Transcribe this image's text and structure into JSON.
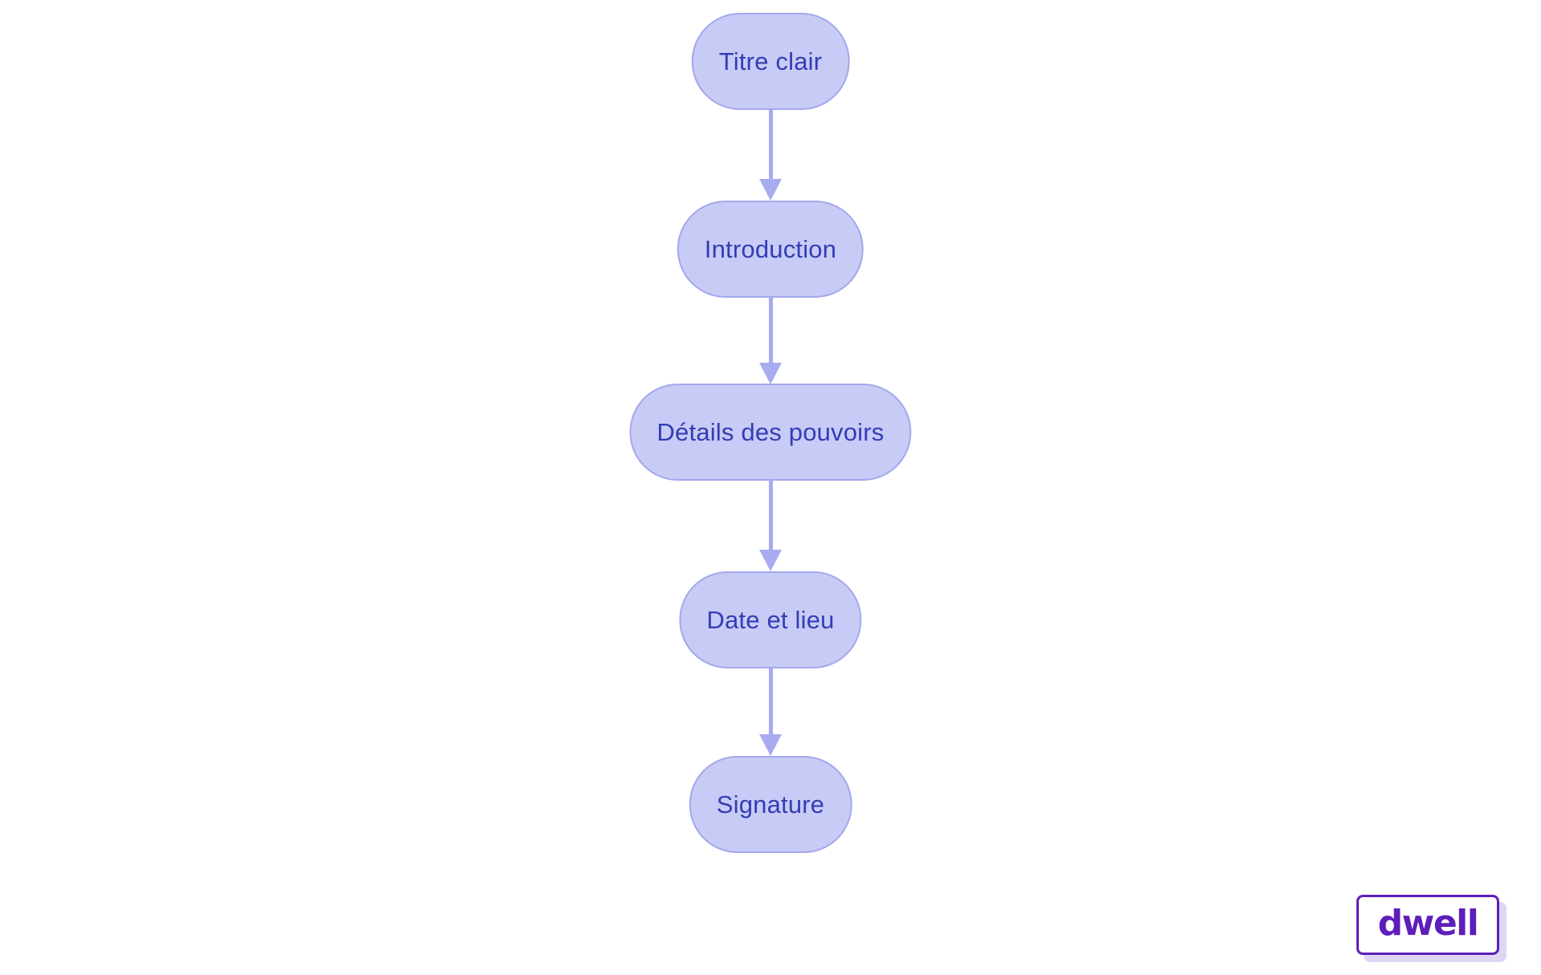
{
  "diagram": {
    "type": "flowchart",
    "direction": "top-down",
    "nodes": [
      {
        "id": "titre-clair",
        "label": "Titre clair"
      },
      {
        "id": "introduction",
        "label": "Introduction"
      },
      {
        "id": "details-des-pouvoirs",
        "label": "Détails des pouvoirs"
      },
      {
        "id": "date-et-lieu",
        "label": "Date et lieu"
      },
      {
        "id": "signature",
        "label": "Signature"
      }
    ],
    "edges": [
      {
        "from": "titre-clair",
        "to": "introduction"
      },
      {
        "from": "introduction",
        "to": "details-des-pouvoirs"
      },
      {
        "from": "details-des-pouvoirs",
        "to": "date-et-lieu"
      },
      {
        "from": "date-et-lieu",
        "to": "signature"
      }
    ],
    "colors": {
      "node_fill": "#c8cbf5",
      "node_border": "#a3a8ec",
      "node_text": "#333db5",
      "arrow": "#a7acf0",
      "background": "#ffffff"
    }
  },
  "logo": {
    "text": "dwell",
    "color": "#5e1eba",
    "shadow_color": "#ddd7f3"
  }
}
